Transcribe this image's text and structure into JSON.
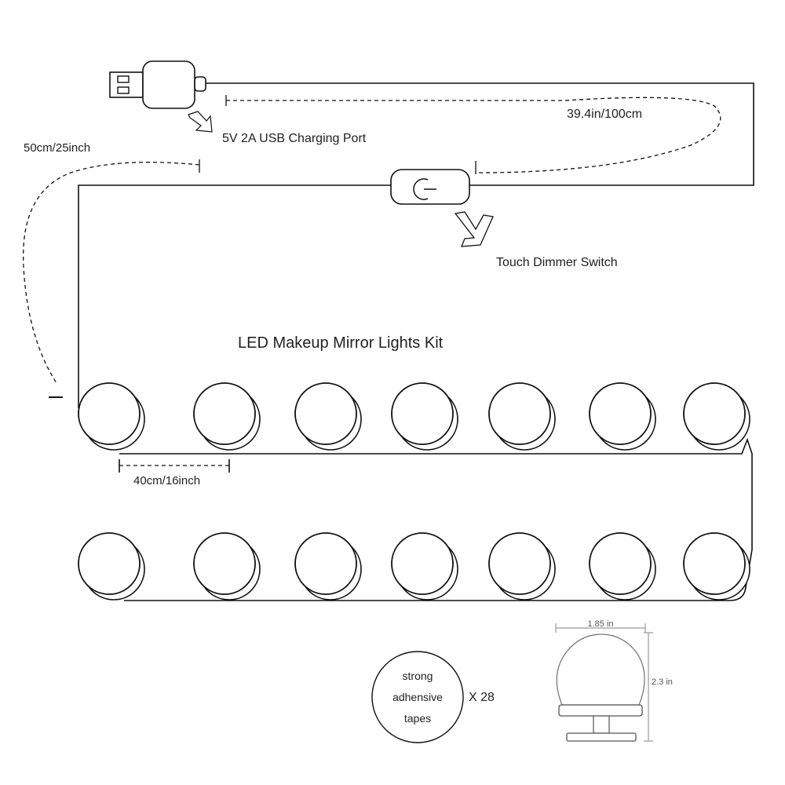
{
  "title": "LED Makeup Mirror Lights Kit",
  "labels": {
    "usb_port": "5V 2A USB Charging Port",
    "cable_length": "39.4in/100cm",
    "lead_length": "50cm/25inch",
    "dimmer": "Touch Dimmer Switch",
    "bulb_spacing": "40cm/16inch"
  },
  "tapes": {
    "line1": "strong",
    "line2": "adhensive",
    "line3": "tapes",
    "count": "X 28"
  },
  "bulb_detail": {
    "width": "1.85 in",
    "height": "2.3 in"
  },
  "bulbs": {
    "rows": 2,
    "per_row": 7,
    "total": 14
  },
  "icons": {
    "usb": "usb-plug-icon",
    "arrow": "outlined-arrow-icon",
    "switch": "touch-switch-icon",
    "bulb": "led-bulb-icon"
  }
}
